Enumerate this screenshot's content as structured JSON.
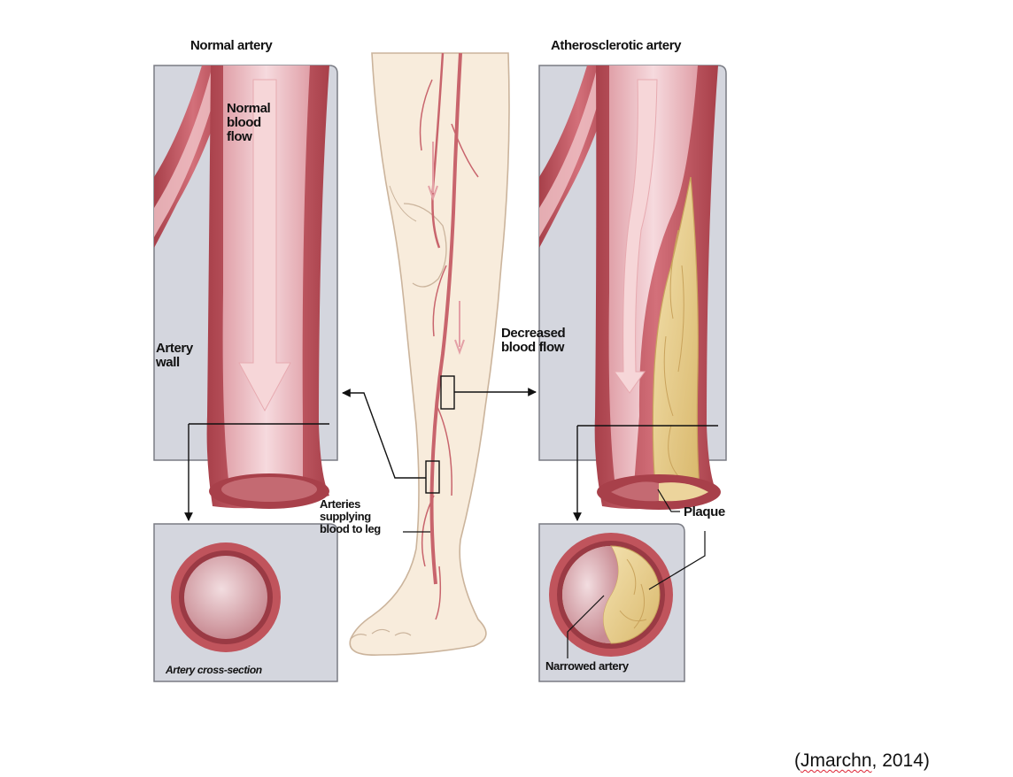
{
  "labels": {
    "normal_artery_title": "Normal artery",
    "athero_artery_title": "Atherosclerotic artery",
    "normal_blood_flow": "Normal\nblood\nflow",
    "artery_wall": "Artery\nwall",
    "decreased_blood_flow": "Decreased\nblood flow",
    "arteries_supplying": "Arteries\nsupplying\nblood to leg",
    "plaque": "Plaque",
    "narrowed_artery": "Narrowed artery",
    "artery_cross_section": "Artery cross-section"
  },
  "citation": {
    "open": "(",
    "author": "Jmarchn",
    "rest": ", 2014)"
  },
  "colors": {
    "panel_bg": "#d4d6de",
    "panel_border": "#7a7c84",
    "artery_wall": "#c0545c",
    "artery_wall_dark": "#9a3a44",
    "lumen": "#eec0c4",
    "flow_arrow": "#f6d6d8",
    "plaque": "#ecd49c",
    "plaque_dark": "#c9a35c",
    "skin": "#f8ecdc",
    "skin_outline": "#cbb49c",
    "leg_artery": "#c8646c"
  }
}
